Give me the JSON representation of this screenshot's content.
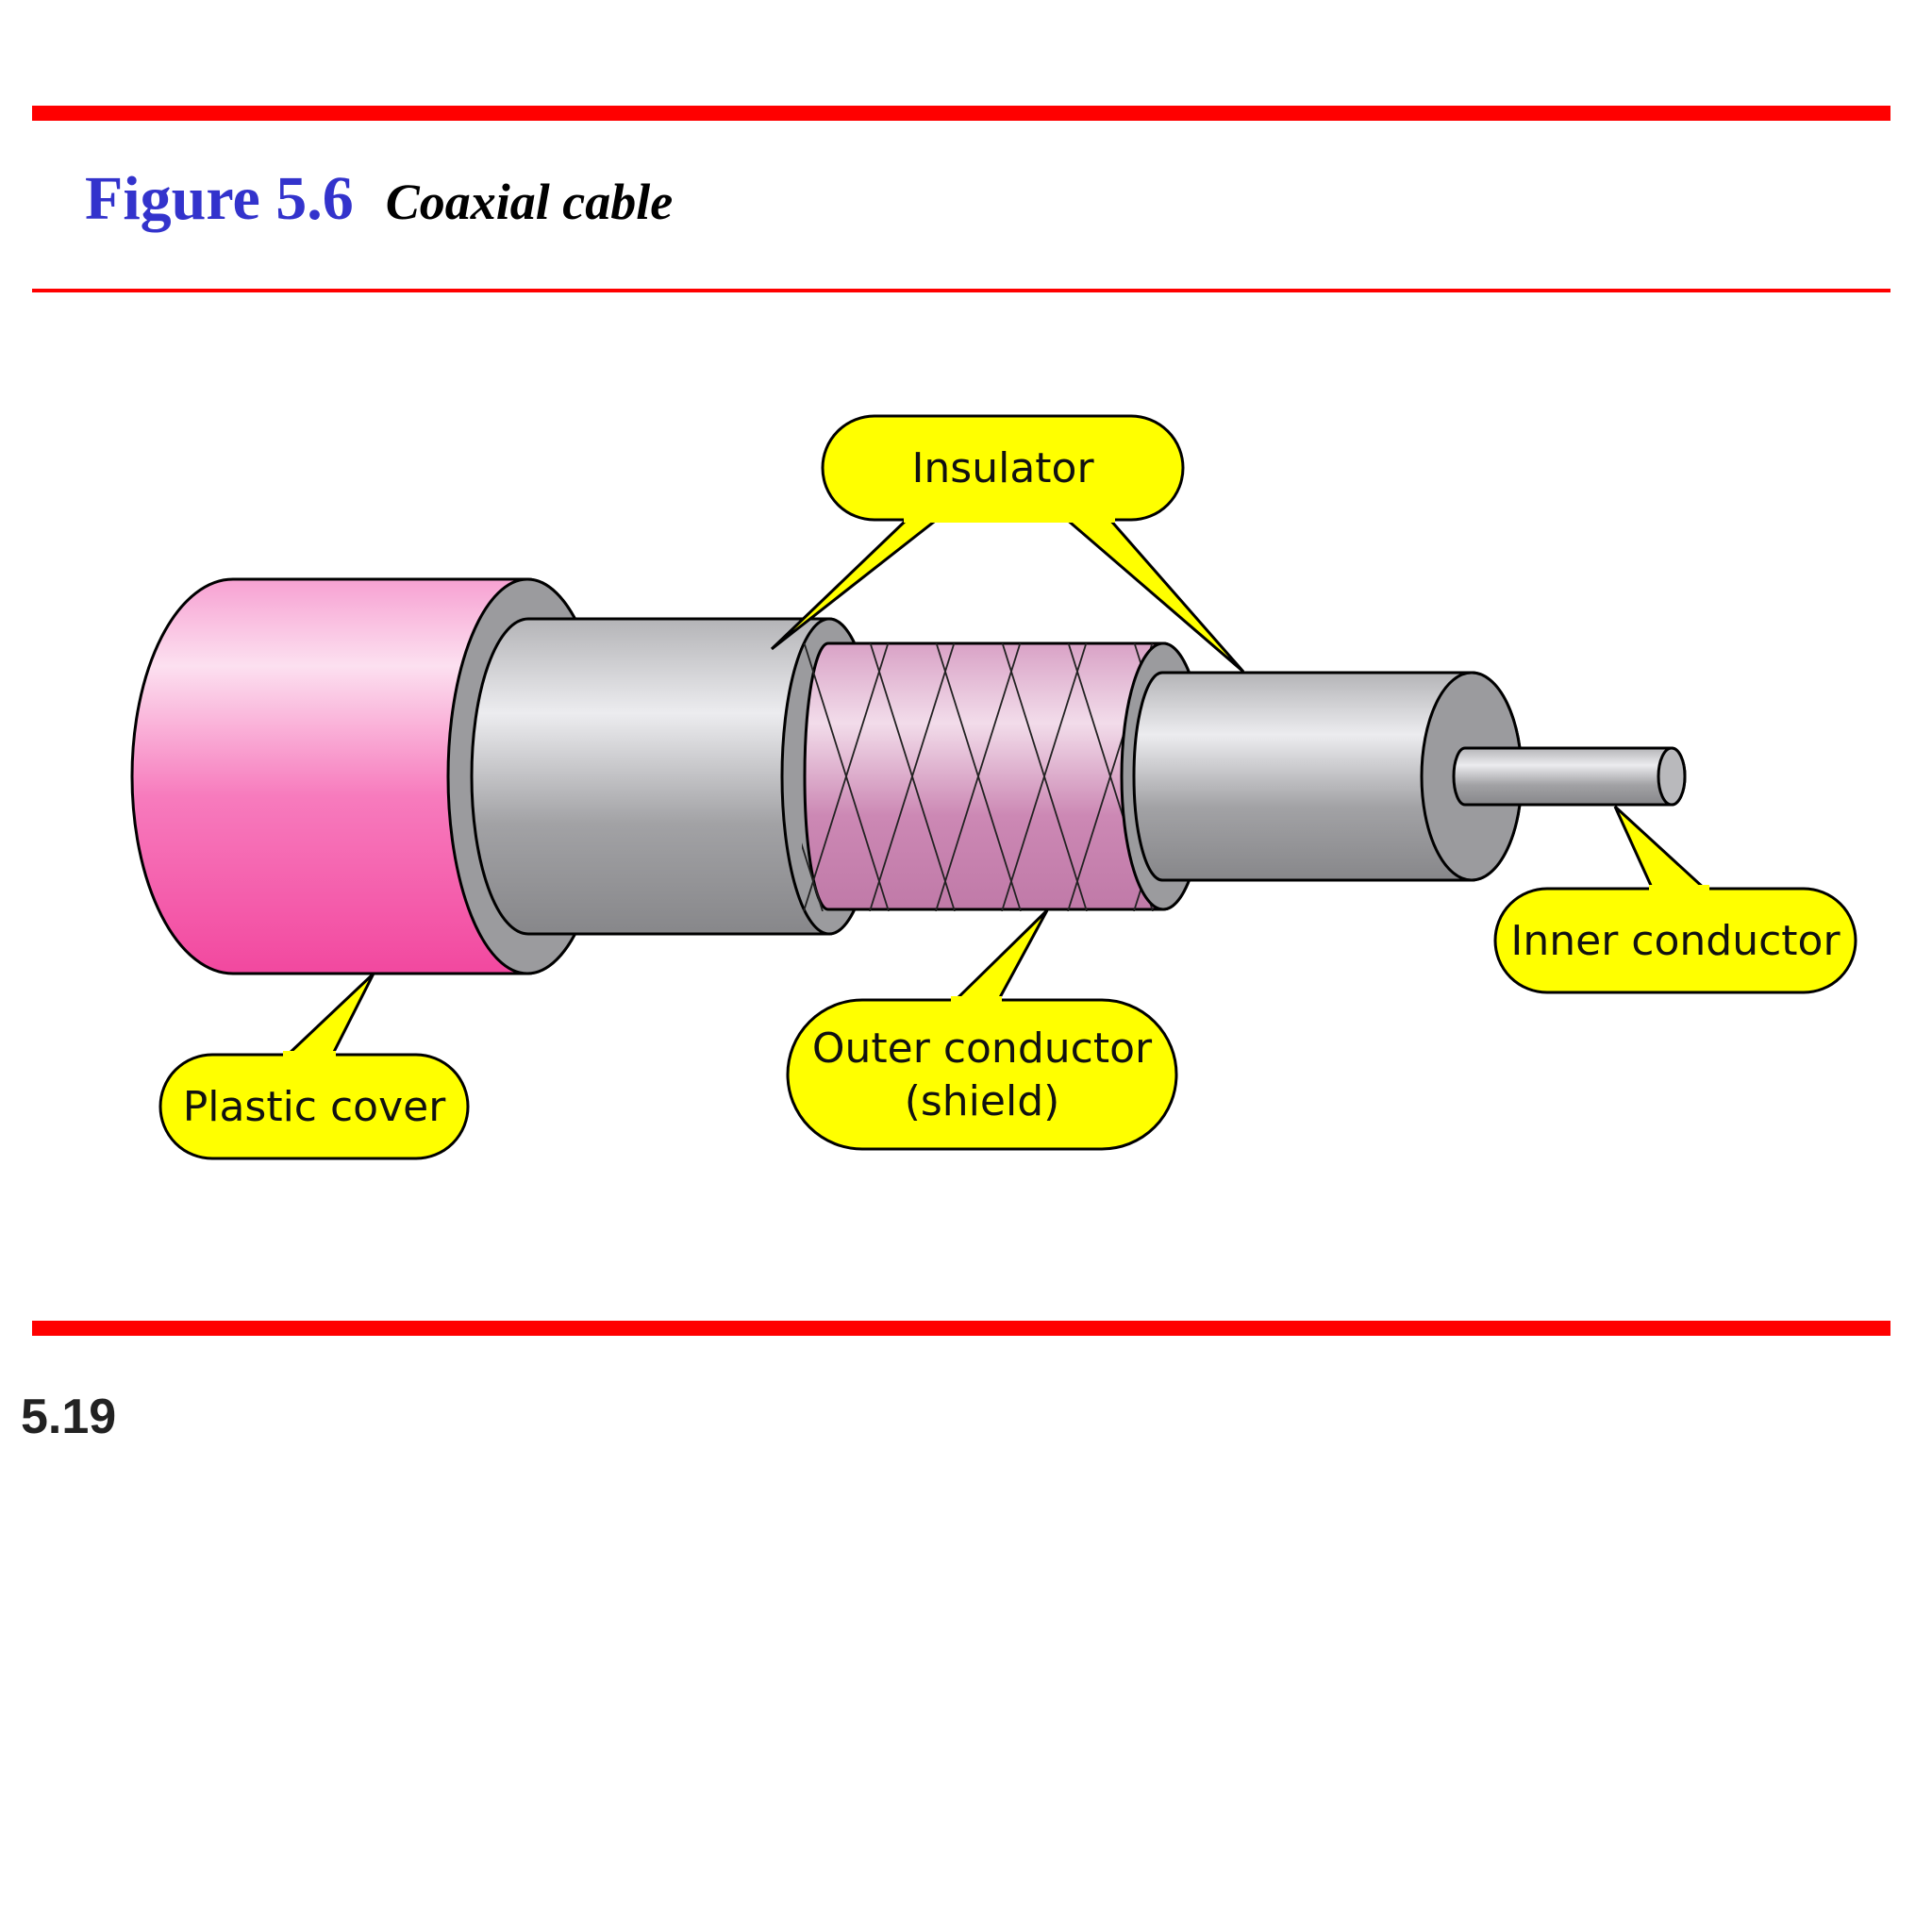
{
  "header": {
    "figure_number": "Figure 5.6",
    "figure_caption": "Coaxial cable"
  },
  "diagram": {
    "callouts": {
      "insulator": "Insulator",
      "plastic_cover": "Plastic cover",
      "outer_conductor_line1": "Outer conductor",
      "outer_conductor_line2": "(shield)",
      "inner_conductor": "Inner conductor"
    }
  },
  "footer": {
    "slide_number": "5.19"
  },
  "colors": {
    "rule": "#ff0000",
    "figure_number": "#3333cc",
    "callout_fill": "#ffff00",
    "plastic_cover": "#f55aa8",
    "insulator": "#a0a0a2",
    "shield": "#d892bf"
  }
}
